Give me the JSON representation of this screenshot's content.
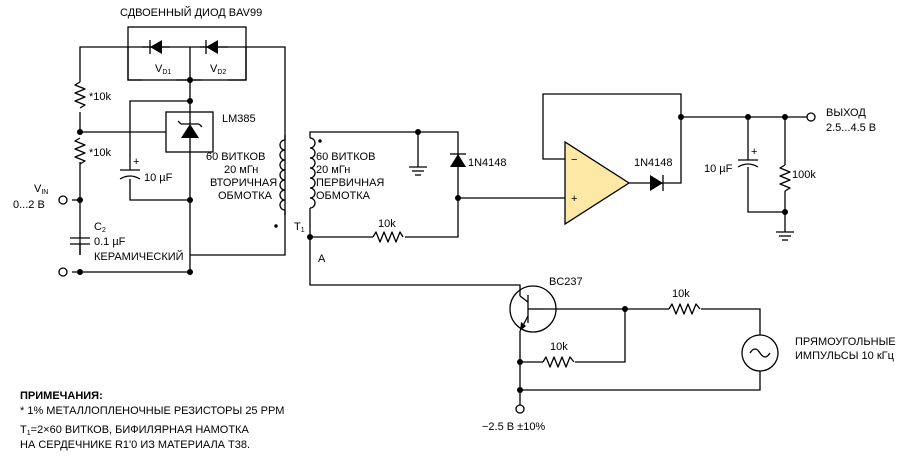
{
  "diode_pair": {
    "title": "СДВОЕННЫЙ ДИОД BAV99",
    "d1": "V",
    "d1_sub": "D1",
    "d2": "V",
    "d2_sub": "D2"
  },
  "left": {
    "r_top": "*10k",
    "r_bottom": "*10k",
    "vin": "V",
    "vin_sub": "IN",
    "vin_range": "0...2 В",
    "c2": "C",
    "c2_sub": "2",
    "c2_value": "0.1 µF",
    "c2_type": "КЕРАМИЧЕСКИЙ",
    "cap_plus": "+",
    "cap_value": "10 µF"
  },
  "ref": {
    "label": "LM385"
  },
  "secondary": {
    "turns": "60 ВИТКОВ",
    "ind": "20 мГн",
    "name1": "ВТОРИЧНАЯ",
    "name2": "ОБМОТКА"
  },
  "primary": {
    "t1": "T",
    "t1_sub": "1",
    "turns": "60 ВИТКОВ",
    "ind": "20 мГн",
    "name1": "ПЕРВИЧНАЯ",
    "name2": "ОБМОТКА",
    "node_a": "A"
  },
  "rect": {
    "diode": "1N4148",
    "r_fb": "10k"
  },
  "opamp": {
    "minus": "−",
    "plus": "+",
    "diode": "1N4148"
  },
  "output": {
    "cap_plus": "+",
    "cap": "10 µF",
    "load": "100k",
    "label": "ВЫХОД",
    "range": "2.5...4.5 В"
  },
  "driver": {
    "transistor": "BC237",
    "r_base": "10k",
    "r_in": "10k",
    "source1": "ПРЯМОУГОЛЬНЫЕ",
    "source2": "ИМПУЛЬСЫ 10 кГц",
    "supply": "−2.5 В ±10%"
  },
  "notes": {
    "title": "ПРИМЕЧАНИЯ:",
    "line1": "* 1% МЕТАЛЛОПЛЕНОЧНЫЕ РЕЗИСТОРЫ 25 PPM",
    "line2a": "T",
    "line2_sub": "1",
    "line2b": "=2×60 ВИТКОВ, БИФИЛЯРНАЯ НАМОТКА",
    "line3": "НА СЕРДЕЧНИКЕ R1'0 ИЗ МАТЕРИАЛА T38."
  }
}
